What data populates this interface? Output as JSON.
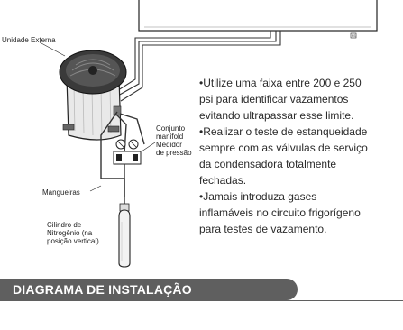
{
  "labels": {
    "outdoor_unit": "Unidade Externa",
    "manifold": [
      "Conjunto",
      "manifold",
      "Medidor",
      "de pressão"
    ],
    "hoses": "Mangueiras",
    "cylinder": [
      "Cilindro de",
      "Nitrogênio  (na",
      "posição vertical)"
    ],
    "indoor_tag": "FS"
  },
  "notes": [
    "•Utilize uma faixa entre 200 e 250",
    "psi para identificar vazamentos",
    "evitando ultrapassar esse limite.",
    "•Realizar o teste de estanqueidade",
    "sempre com as válvulas de serviço",
    "da   condensadora   totalmente",
    "fechadas.",
    "•Jamais        introduza        gases",
    "inflamáveis no circuito frigorígeno",
    "para testes de vazamento."
  ],
  "section_title": "DIAGRAMA DE INSTALAÇÃO"
}
